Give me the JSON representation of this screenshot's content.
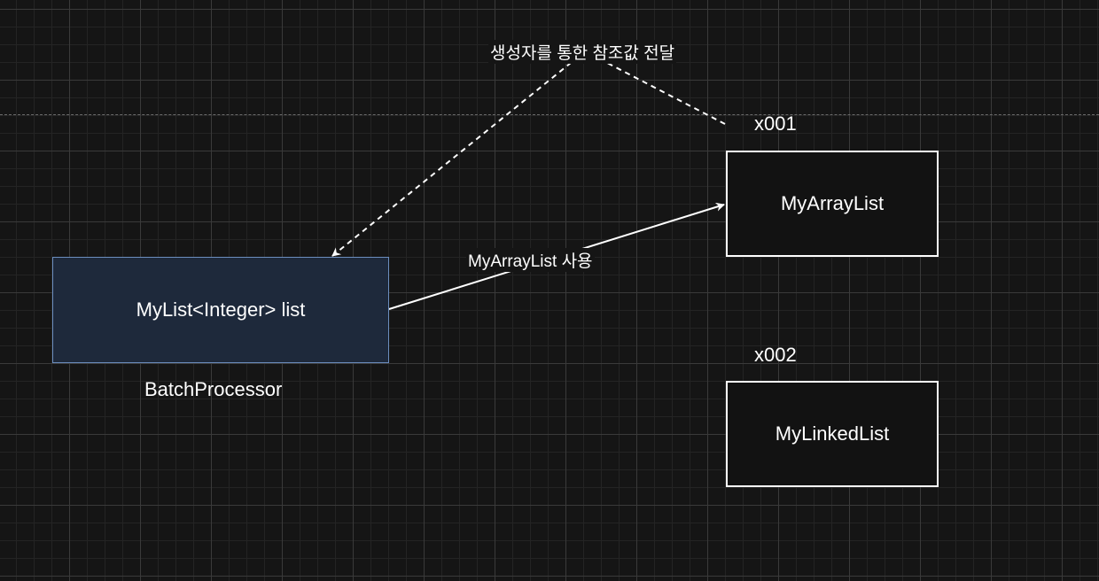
{
  "diagram": {
    "nodes": {
      "list_field": "MyList<Integer> list",
      "array_list": "MyArrayList",
      "linked_list": "MyLinkedList"
    },
    "labels": {
      "batch_processor": "BatchProcessor",
      "address_array_list": "x001",
      "address_linked_list": "x002"
    },
    "edges": {
      "uses_array_list": "MyArrayList 사용",
      "constructor_reference": "생성자를 통한 참조값 전달"
    },
    "colors": {
      "background": "#151515",
      "list_fill": "#1e293b",
      "list_border": "#6c8ebf",
      "box_border": "#ffffff",
      "text": "#ffffff"
    }
  }
}
